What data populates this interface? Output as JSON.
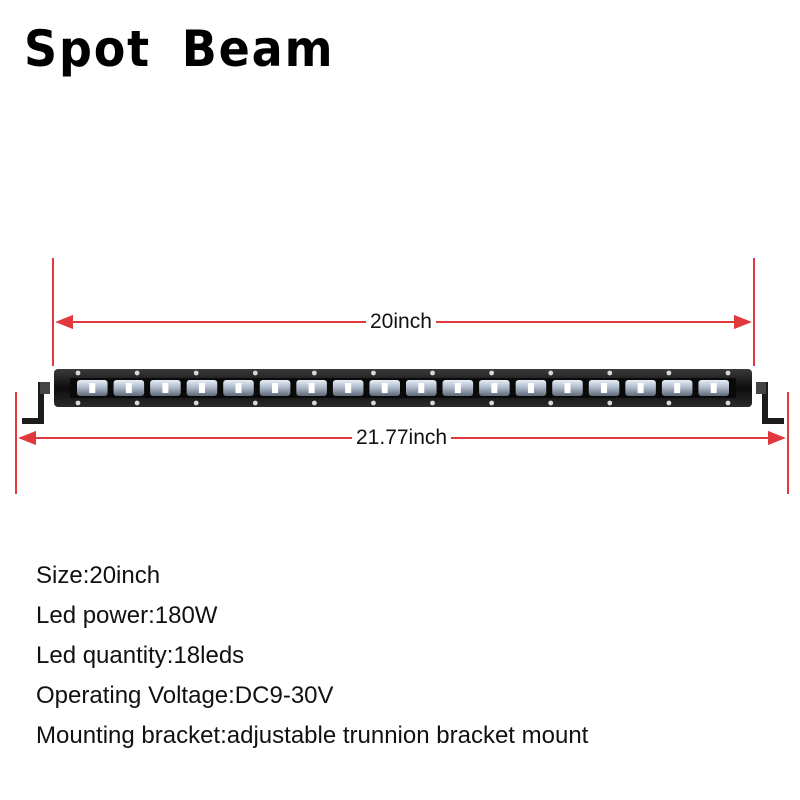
{
  "title": "Spot  Beam",
  "dimensions": {
    "inner_length": "20inch",
    "outer_length": "21.77inch"
  },
  "product": {
    "led_count": 18,
    "colors": {
      "dimension_line": "#e0383c",
      "bar_body": "#1a1a1a",
      "lens": "#cfd8e6"
    }
  },
  "specs": [
    "Size:20inch",
    "Led power:180W",
    "Led quantity:18leds",
    "Operating Voltage:DC9-30V",
    "Mounting bracket:adjustable trunnion bracket mount"
  ]
}
